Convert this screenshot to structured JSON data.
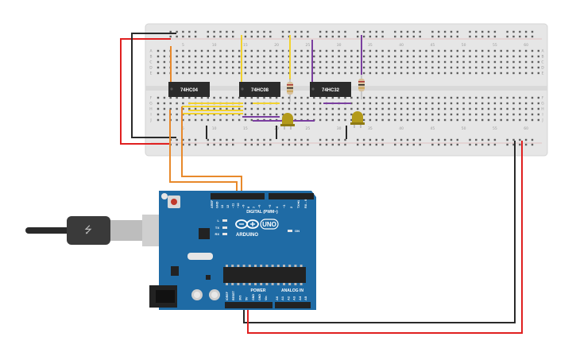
{
  "chips": [
    {
      "id": "chip-74hc04",
      "label": "74HC04"
    },
    {
      "id": "chip-74hc08",
      "label": "74HC08"
    },
    {
      "id": "chip-74hc32",
      "label": "74HC32"
    }
  ],
  "breadboard": {
    "column_numbers": [
      "5",
      "10",
      "15",
      "20",
      "25",
      "30",
      "35",
      "40",
      "45",
      "50",
      "55",
      "60"
    ],
    "row_letters_top": [
      "A",
      "B",
      "C",
      "D",
      "E"
    ],
    "row_letters_bottom": [
      "F",
      "G",
      "H",
      "I",
      "J"
    ]
  },
  "arduino": {
    "brand": "ARDUINO",
    "model": "UNO",
    "digital_label": "DIGITAL (PWM~)",
    "power_label": "POWER",
    "analog_label": "ANALOG IN",
    "on_label": "ON",
    "led_labels": [
      "L",
      "TX",
      "RX"
    ],
    "power_pins": [
      "IOREF",
      "RESET",
      "3V3",
      "5V",
      "GND",
      "GND",
      "Vin"
    ],
    "analog_pins": [
      "A0",
      "A1",
      "A2",
      "A3",
      "A4",
      "A5"
    ],
    "digital_pins": [
      "AREF",
      "GND",
      "13",
      "12",
      "~11",
      "~10",
      "~9",
      "8",
      "7",
      "~6",
      "~5",
      "4",
      "~3",
      "2",
      "TX➔1",
      "RX←0"
    ]
  },
  "colors": {
    "board": "#1f6ba5",
    "breadboard": "#e6e6e6",
    "chip": "#2b2b2b",
    "wire_red": "#e02020",
    "wire_black": "#2a2a2a",
    "wire_orange": "#e8892b",
    "wire_yellow": "#f2d22e",
    "wire_purple": "#7b3fa0",
    "led_yellow": "#b39a1a"
  }
}
